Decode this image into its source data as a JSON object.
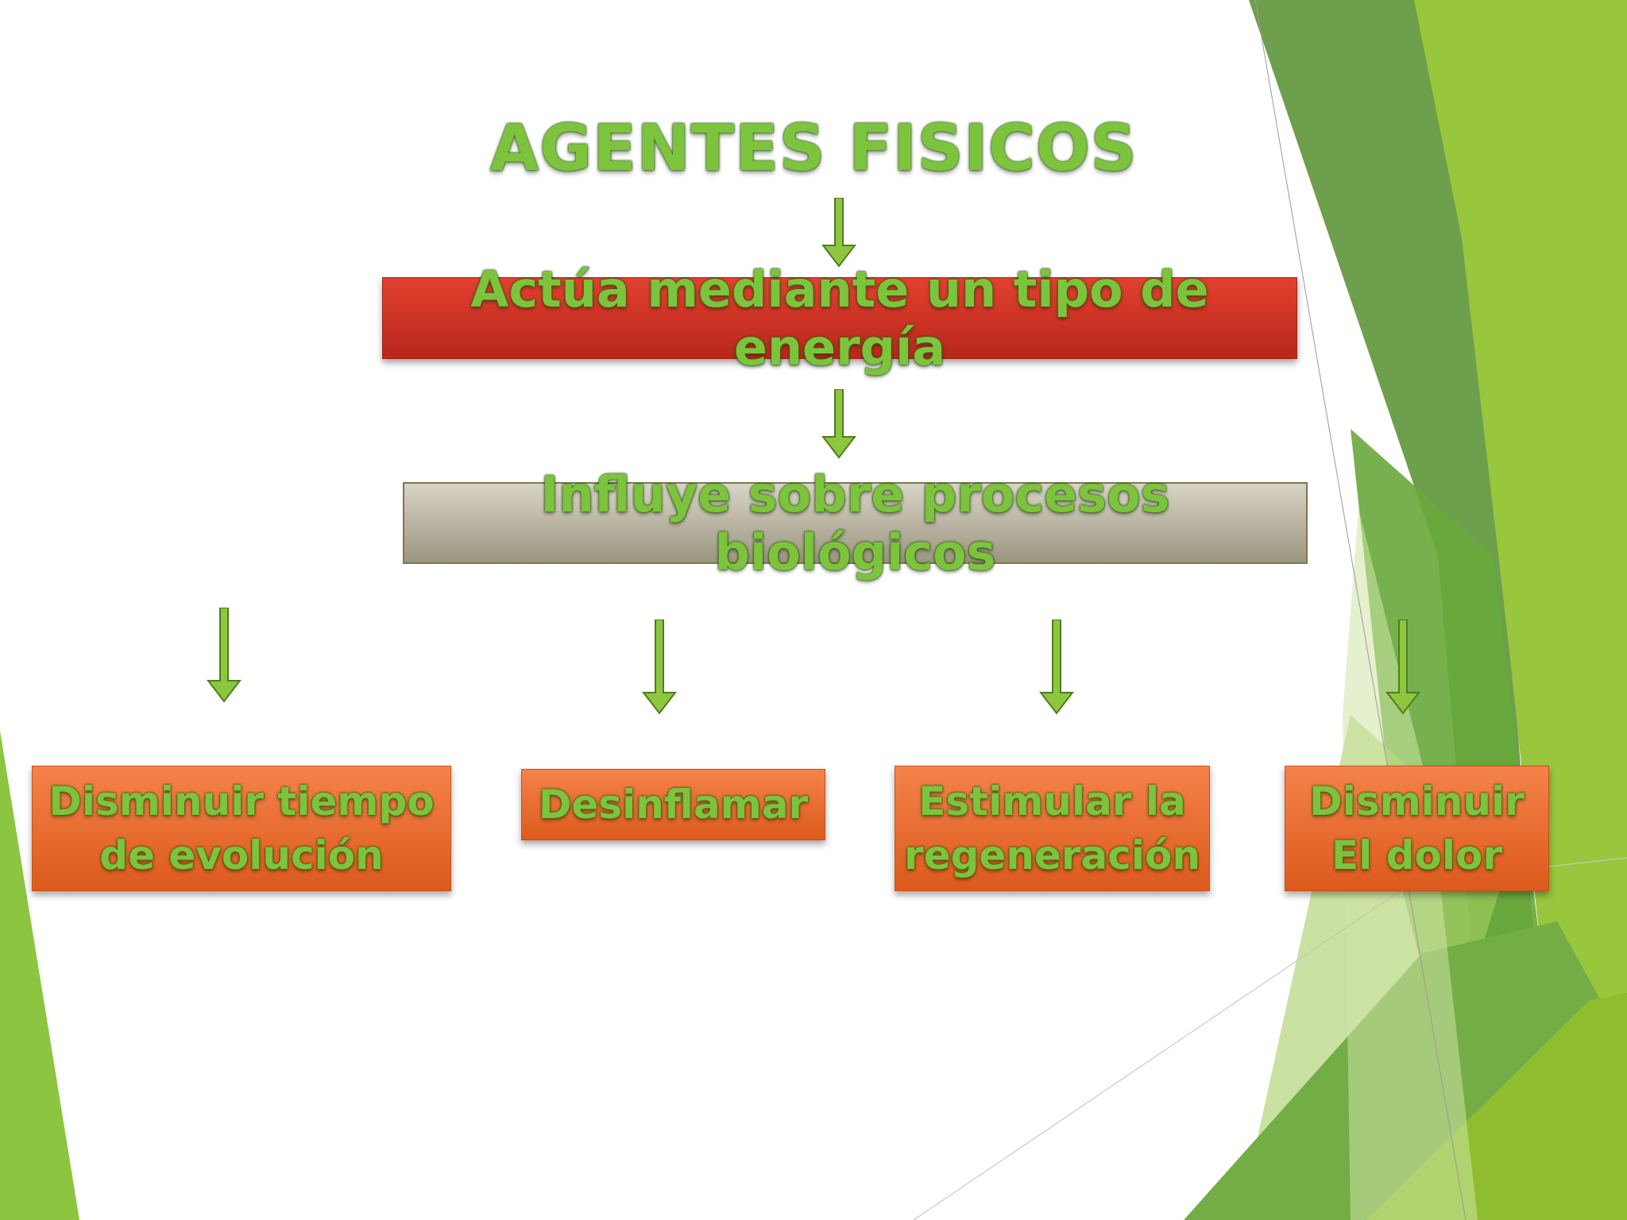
{
  "title": "AGENTES FISICOS",
  "level1": "Actúa mediante un tipo de energía",
  "level2": "Influye sobre procesos biológicos",
  "outcomes": [
    {
      "line1": "Disminuir tiempo",
      "line2": "de evolución"
    },
    {
      "line1": "Desinflamar",
      "line2": ""
    },
    {
      "line1": "Estimular la",
      "line2": "regeneración"
    },
    {
      "line1": "Disminuir",
      "line2": "El dolor"
    }
  ],
  "colors": {
    "text_green": "#7dc43d",
    "box_red": "#c8301f",
    "box_grey": "#b8b39f",
    "box_orange": "#ec6e2e",
    "arrow_green": "#8dc63f",
    "decor_dark_green": "#5e9a3a",
    "decor_light_green": "#9ccc3c"
  }
}
